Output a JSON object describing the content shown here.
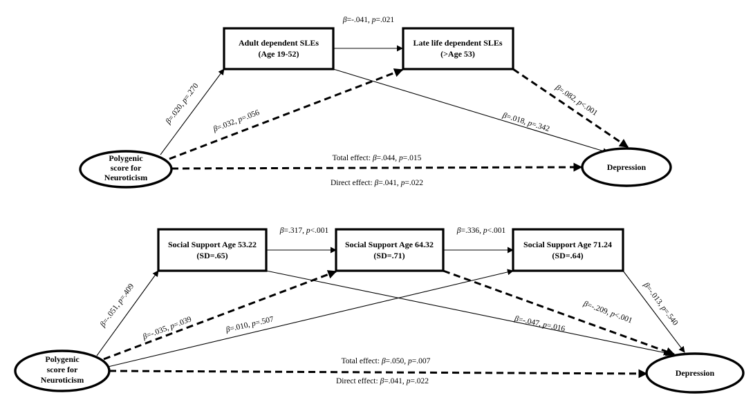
{
  "panel_a": {
    "nodes": {
      "adult": [
        "Adult dependent SLEs",
        "(Age 19-52)"
      ],
      "late": [
        "Late life dependent SLEs",
        "(>Age 53)"
      ],
      "pgs": [
        "Polygenic",
        "score for",
        "Neuroticism"
      ],
      "dep": [
        "Depression"
      ]
    },
    "labels": {
      "adult_late": "β=-.041, p=.021",
      "pgs_adult": "β=.020, p=.270",
      "pgs_late": "β=.032, p=.056",
      "late_dep": "β=.082, p<.001",
      "adult_dep": "β=.018, p=.342",
      "total": "Total effect: β=.044, p=.015",
      "direct": "Direct effect: β=.041, p=.022"
    }
  },
  "panel_b": {
    "nodes": {
      "ss1": [
        "Social Support Age 53.22",
        "(SD=.65)"
      ],
      "ss2": [
        "Social Support Age 64.32",
        "(SD=.71)"
      ],
      "ss3": [
        "Social Support Age 71.24",
        "(SD=.64)"
      ],
      "pgs": [
        "Polygenic",
        "score for",
        "Neuroticism"
      ],
      "dep": [
        "Depression"
      ]
    },
    "labels": {
      "ss1_ss2": "β=.317, p<.001",
      "ss2_ss3": "β=.336, p<.001",
      "pgs_ss1": "β=-.051, p=.409",
      "pgs_ss2": "β=-.035, p=.039",
      "pgs_ss3": "β=.010, p=.507",
      "ss2_dep": "β=-.209, p<.001",
      "ss1_dep": "β=-.047, p=.016",
      "ss3_dep": "β=-.013, p=.540",
      "total": "Total effect: β=.050, p=.007",
      "direct": "Direct effect: β=.041, p=.022"
    }
  }
}
